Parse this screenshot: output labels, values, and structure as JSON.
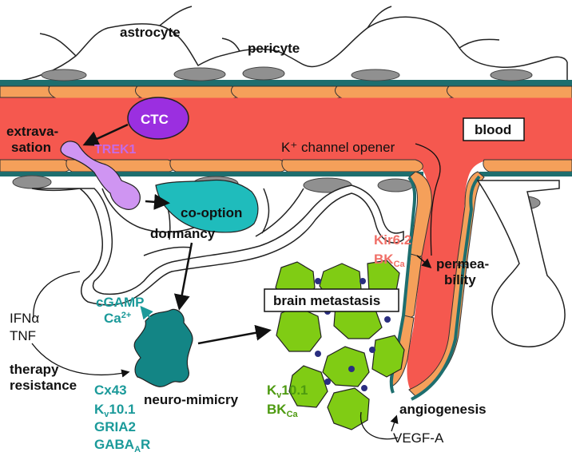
{
  "labels": {
    "astrocyte": "astrocyte",
    "pericyte": "pericyte",
    "ctc": "CTC",
    "extravasation_1": "extrava-",
    "extravasation_2": "sation",
    "trek1": "TREK1",
    "blood": "blood",
    "k_channel_opener": "K⁺ channel opener",
    "co_option": "co-option",
    "dormancy": "dormancy",
    "kir62": "Kir6.2",
    "bk_ca_red": "BK",
    "bk_ca_red_sub": "Ca",
    "permeability_1": "permea-",
    "permeability_2": "bility",
    "cgamp": "cGAMP",
    "ca2": "Ca",
    "ca2_sup": "2+",
    "brain_metastasis": "brain metastasis",
    "ifna": "IFNα",
    "tnf": "TNF",
    "therapy": "therapy",
    "resistance": "resistance",
    "cx43": "Cx43",
    "kv101_teal": "K",
    "kv101_teal_sub": "v",
    "kv101_teal_tail": "10.1",
    "gria2": "GRIA2",
    "gabaar": "GABA",
    "gabaar_sub": "A",
    "gabaar_tail": "R",
    "neuro_mimicry": "neuro-mimicry",
    "kv101_green": "K",
    "kv101_green_sub": "v",
    "kv101_green_tail": "10.1",
    "bk_ca_green": "BK",
    "bk_ca_green_sub": "Ca",
    "angiogenesis": "angiogenesis",
    "vegfa": "VEGF-A"
  },
  "colors": {
    "blood": "#f5584f",
    "endothelium": "#f5a05a",
    "basement": "#1e6e6e",
    "pericyte": "#909090",
    "ctc": "#9b2fe0",
    "trek1_cell": "#cf95f2",
    "cooption_cell": "#1fbcbc",
    "neuro_cell": "#138585",
    "metastasis": "#80cc14",
    "junction": "#2a2e80"
  }
}
